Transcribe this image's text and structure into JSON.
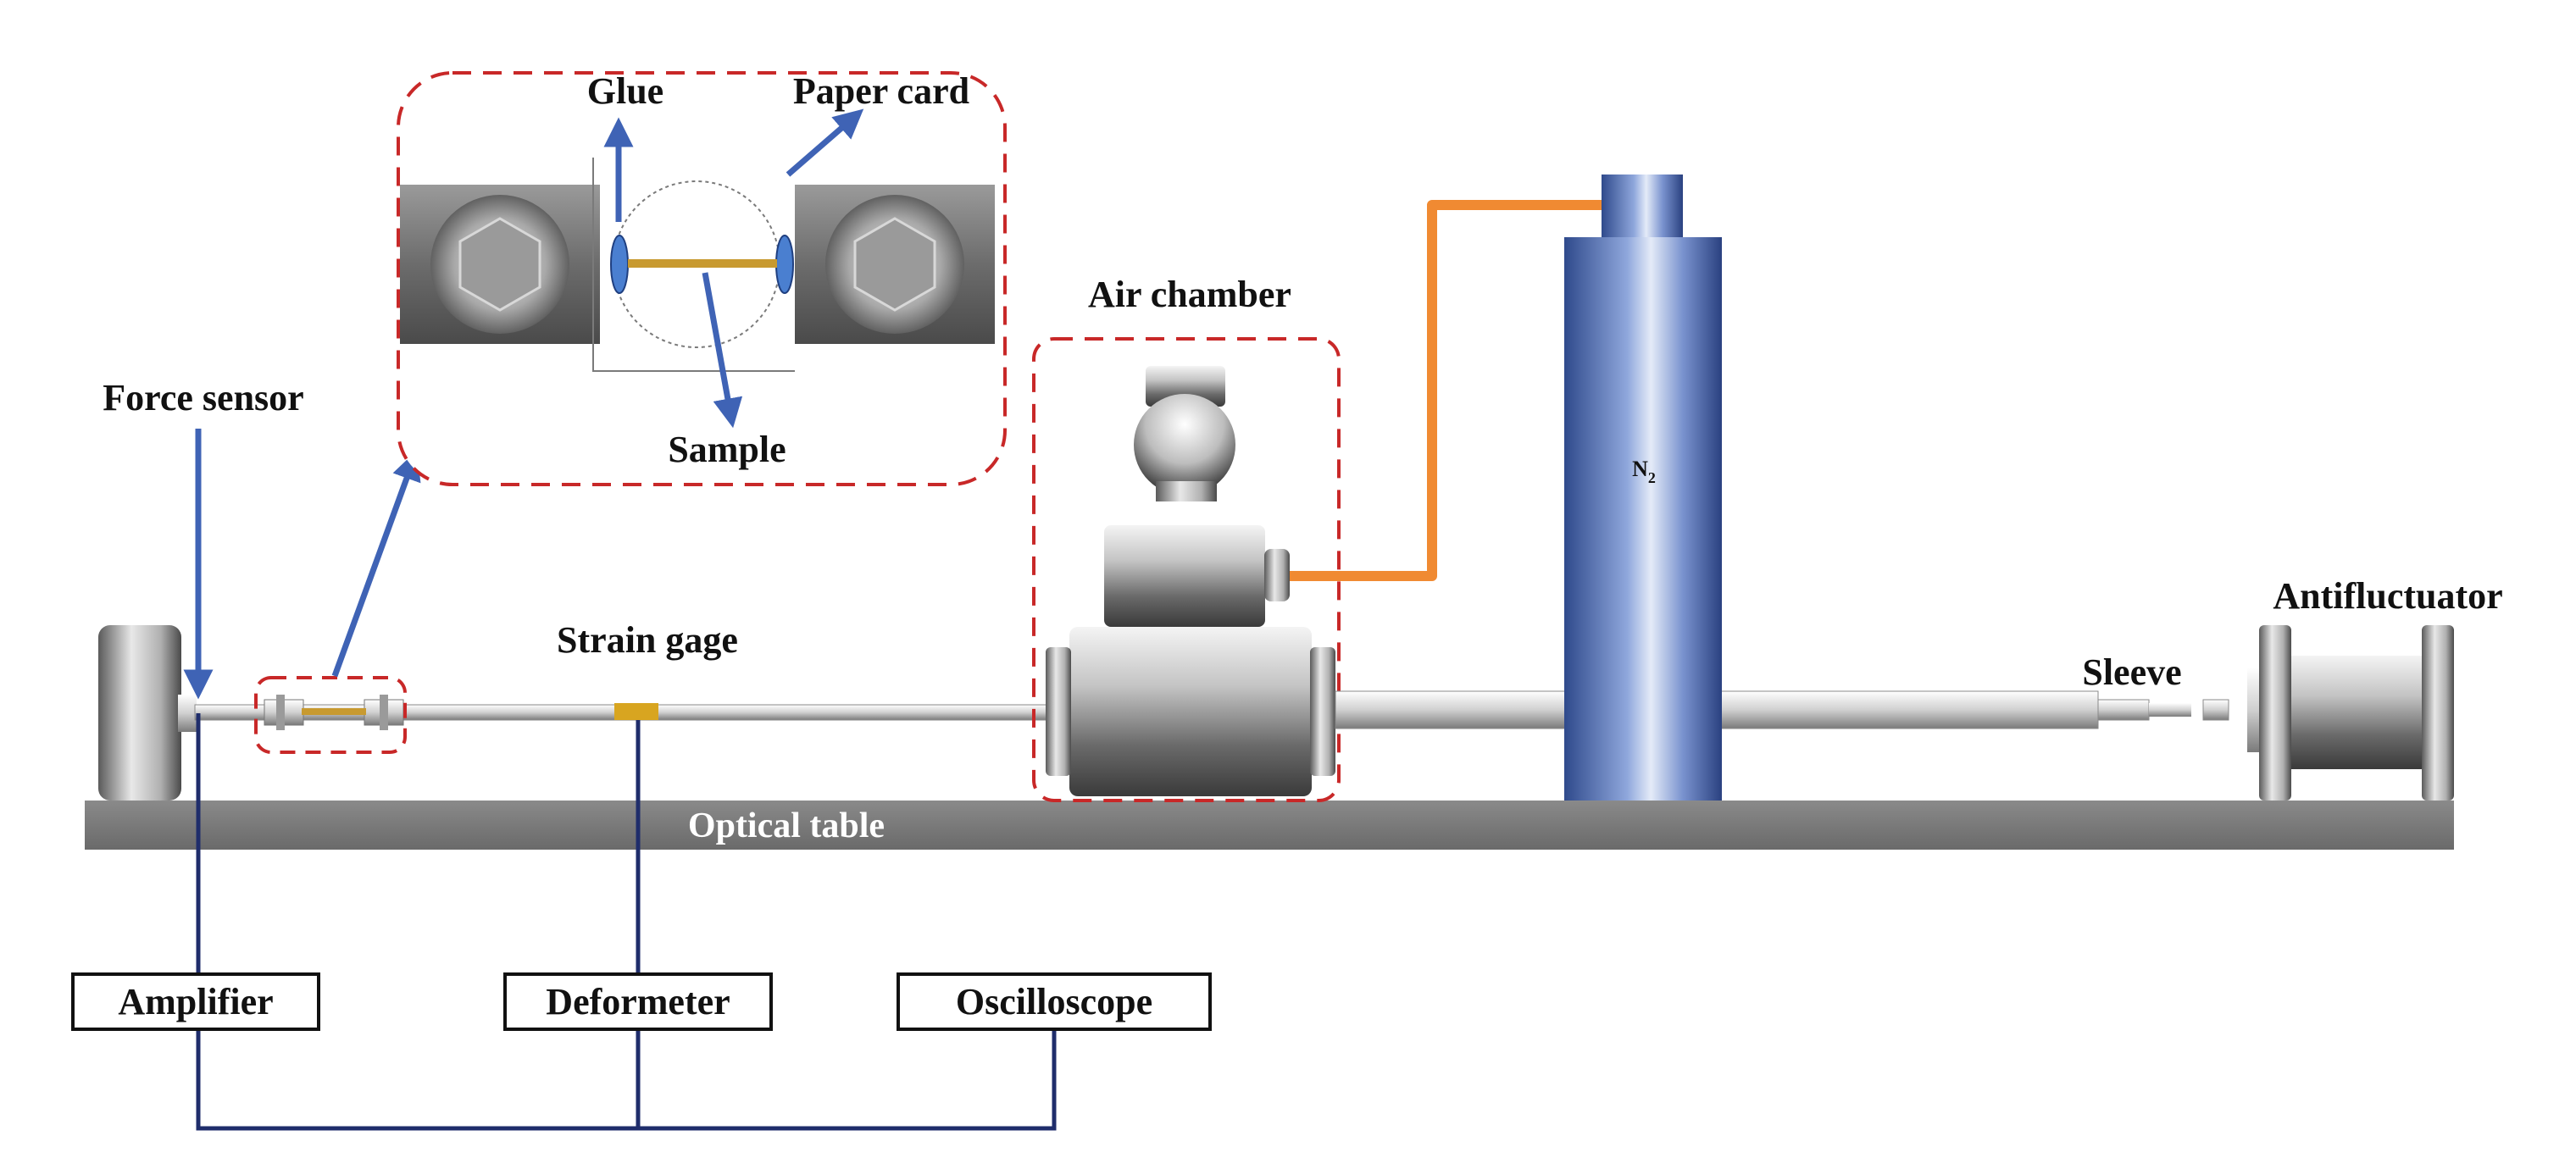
{
  "labels": {
    "glue": "Glue",
    "paper_card": "Paper card",
    "sample": "Sample",
    "force_sensor": "Force sensor",
    "air_chamber": "Air chamber",
    "strain_gage": "Strain gage",
    "optical_table": "Optical table",
    "sleeve": "Sleeve",
    "antifluctuator": "Antifluctuator",
    "n2": "N",
    "n2_subscript": "2"
  },
  "instruments": {
    "amplifier": "Amplifier",
    "deformeter": "Deformeter",
    "oscilloscope": "Oscilloscope"
  },
  "colors": {
    "arrow": "#3f63b5",
    "wire": "#1f2d6b",
    "gas_line": "#f08a32",
    "dashed": "#c82828",
    "table": "#7a7a7a",
    "strain_gage": "#d8a520",
    "sample": "#c89a30",
    "glue": "#4a7fd0"
  }
}
